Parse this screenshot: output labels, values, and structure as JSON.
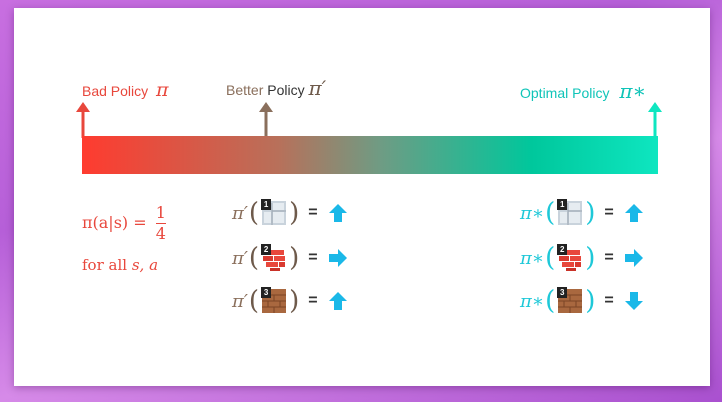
{
  "labels": {
    "bad": {
      "text": "Bad Policy",
      "symbol": "π"
    },
    "better": {
      "text_a": "Better",
      "text_b": "Policy",
      "symbol": "π′"
    },
    "optimal": {
      "text": "Optimal Policy",
      "symbol": "π∗"
    }
  },
  "uniform_policy": {
    "lhs": "π(a|s) =",
    "numerator": "1",
    "denominator": "4",
    "condition_prefix": "for all",
    "condition_vars": "s, a"
  },
  "better_rows": [
    {
      "symbol": "π′",
      "state": "1",
      "tile": "wall-panel",
      "action": "up"
    },
    {
      "symbol": "π′",
      "state": "2",
      "tile": "red-brick",
      "action": "right"
    },
    {
      "symbol": "π′",
      "state": "3",
      "tile": "brown-brick",
      "action": "up"
    }
  ],
  "optimal_rows": [
    {
      "symbol": "π∗",
      "state": "1",
      "tile": "wall-panel",
      "action": "up"
    },
    {
      "symbol": "π∗",
      "state": "2",
      "tile": "red-brick",
      "action": "right"
    },
    {
      "symbol": "π∗",
      "state": "3",
      "tile": "brown-brick",
      "action": "down"
    }
  ],
  "symbols": {
    "open_paren": "(",
    "close_paren": ")",
    "equals": "="
  },
  "colors": {
    "bad": "#e8473c",
    "better": "#8a6f5c",
    "optimal": "#0fc4b8",
    "action_arrow": "#1ab8e8"
  }
}
